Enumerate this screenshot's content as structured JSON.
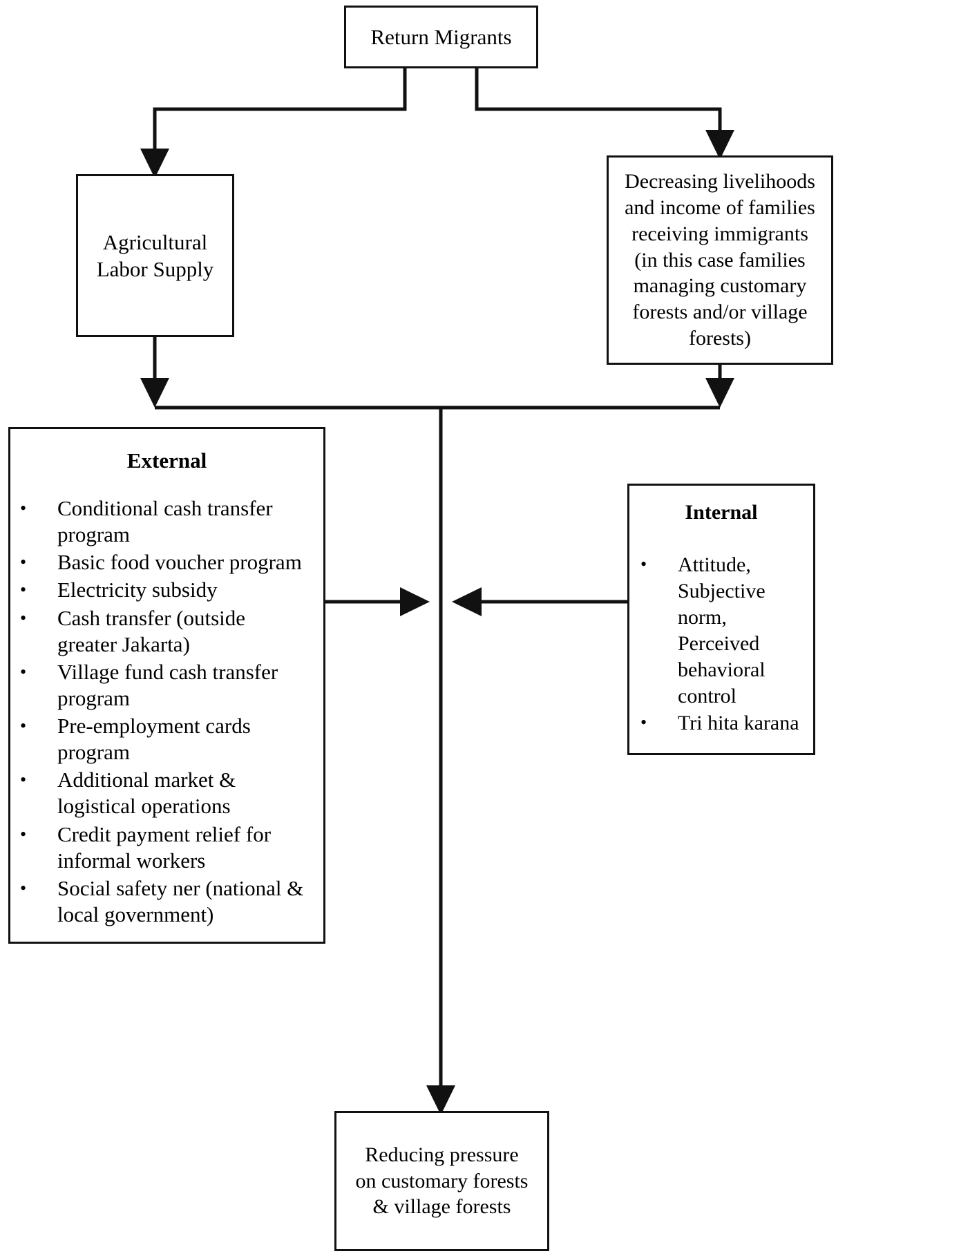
{
  "diagram": {
    "title": "Return Migrants conceptual flow diagram",
    "line_color": "#111111",
    "background_color": "#ffffff",
    "text_color": "#000000"
  },
  "nodes": {
    "return_migrants": {
      "label": "Return Migrants"
    },
    "agricultural_labor_supply": {
      "label": "Agricultural\nLabor Supply"
    },
    "decreasing_livelihoods": {
      "label": "Decreasing livelihoods\nand income of families\nreceiving immigrants\n(in this case families\nmanaging customary\nforests and/or village\nforests)"
    },
    "reducing_pressure": {
      "label": "Reducing pressure\non customary forests\n& village forests"
    }
  },
  "panels": {
    "external": {
      "title": "External",
      "bullet_glyph": "•",
      "items": [
        "Conditional cash transfer\nprogram",
        "Basic food voucher program",
        "Electricity subsidy",
        "Cash transfer (outside\ngreater Jakarta)",
        "Village fund cash transfer\nprogram",
        "Pre-employment cards\nprogram",
        "Additional market &\nlogistical operations",
        "Credit payment relief for\ninformal workers",
        "Social safety ner  (national &\nlocal government)"
      ]
    },
    "internal": {
      "title": "Internal",
      "bullet_glyph": "•",
      "items": [
        "Attitude,\nSubjective\nnorm,\nPerceived\nbehavioral\ncontrol",
        "Tri hita karana"
      ]
    }
  },
  "connectors": [
    {
      "id": "return-to-agri",
      "from": "return_migrants",
      "to": "agricultural_labor_supply",
      "style": "elbow-arrow"
    },
    {
      "id": "return-to-decreasing",
      "from": "return_migrants",
      "to": "decreasing_livelihoods",
      "style": "elbow-arrow"
    },
    {
      "id": "agri-to-trunk",
      "from": "agricultural_labor_supply",
      "to": "trunk",
      "style": "elbow-arrow"
    },
    {
      "id": "decreasing-to-trunk",
      "from": "decreasing_livelihoods",
      "to": "trunk",
      "style": "elbow-arrow"
    },
    {
      "id": "trunk-to-reducing",
      "from": "trunk",
      "to": "reducing_pressure",
      "style": "straight-arrow"
    },
    {
      "id": "external-to-trunk",
      "from": "external",
      "to": "trunk",
      "style": "straight-arrow"
    },
    {
      "id": "internal-to-trunk",
      "from": "internal",
      "to": "trunk",
      "style": "straight-arrow"
    }
  ]
}
